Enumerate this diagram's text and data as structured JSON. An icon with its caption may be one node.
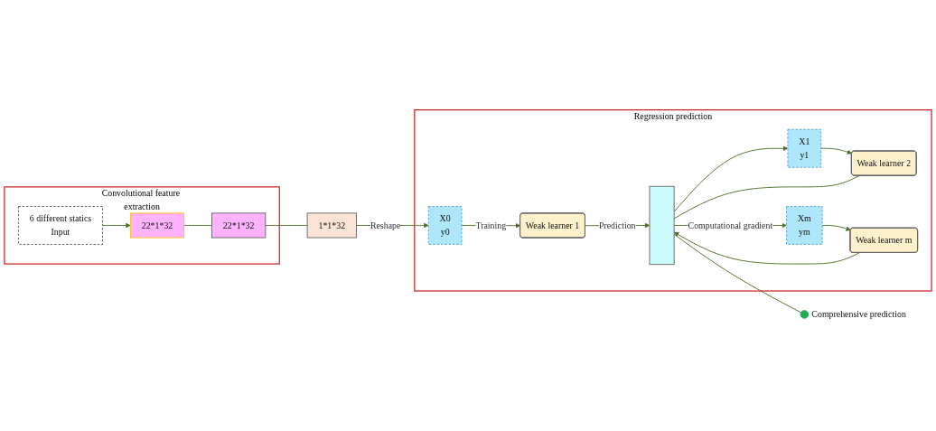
{
  "diagram": {
    "nodes": [
      {
        "text": [
          "Convolutional feature extraction"
        ]
      },
      {
        "text": [
          "6 different statics",
          "Input"
        ],
        "in": 0
      },
      {
        "text": [
          "22*1*32"
        ],
        "in": 0
      },
      {
        "text": [
          "22*1*32"
        ],
        "in": 0
      },
      {
        "text": [
          "1*1*32"
        ]
      },
      {
        "text": [
          "Regression prediction"
        ]
      },
      {
        "text": [
          "X0",
          "y0"
        ],
        "in": 5
      },
      {
        "text": [
          "Weak learner 1"
        ],
        "in": 5
      },
      {
        "text": [
          "X1",
          "y1"
        ],
        "in": 5
      },
      {
        "text": [
          "Weak learner 2"
        ],
        "in": 5
      },
      {
        "text": [
          "Xm",
          "ym"
        ],
        "in": 5
      },
      {
        "text": [
          "Weak learner m"
        ],
        "in": 5
      },
      {
        "text": [],
        "shape": "bar",
        "in": 5
      },
      {
        "text": [],
        "shape": "circle",
        "beside": [
          "Comprehensive prediction"
        ]
      }
    ],
    "edges": [
      {
        "from": 1,
        "to": 2,
        "arrow": "to"
      },
      {
        "from": 2,
        "to": 3,
        "arrow": "none"
      },
      {
        "from": 3,
        "to": 4,
        "arrow": "none"
      },
      {
        "from": 4,
        "to": 6,
        "arrow": "to",
        "label": "Reshape"
      },
      {
        "from": 6,
        "to": 7,
        "arrow": "to",
        "label": "Training"
      },
      {
        "from": 7,
        "to": 12,
        "arrow": "to",
        "label": "Prediction"
      },
      {
        "from": 12,
        "to": 8,
        "arrow": "to"
      },
      {
        "from": 8,
        "to": 9,
        "arrow": "to"
      },
      {
        "from": 9,
        "to": 12,
        "arrow": "none"
      },
      {
        "from": 12,
        "to": 10,
        "arrow": "to",
        "label": "Computational gradient"
      },
      {
        "from": 10,
        "to": 11,
        "arrow": "to"
      },
      {
        "from": 11,
        "to": 12,
        "arrow": "to"
      },
      {
        "from": 12,
        "to": 13,
        "arrow": "none"
      }
    ]
  }
}
